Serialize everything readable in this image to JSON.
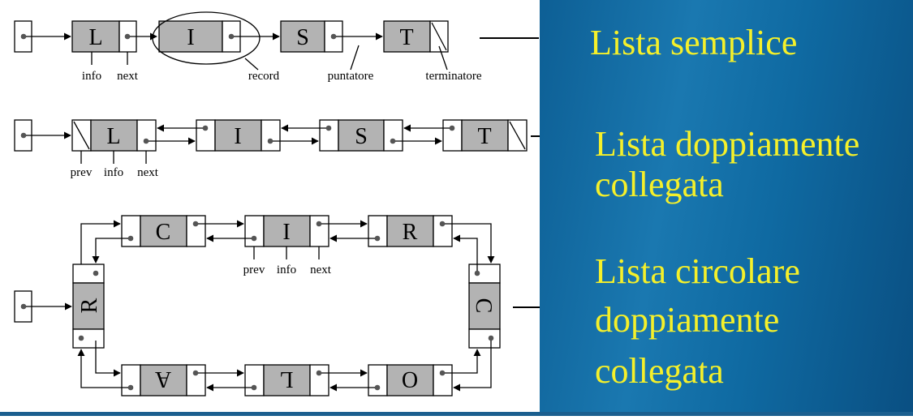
{
  "captions": {
    "simple": "Lista semplice",
    "doubly_line1": "Lista doppiamente",
    "doubly_line2": "collegata",
    "circular_line1": "Lista circolare",
    "circular_line2": "doppiamente",
    "circular_line3": "collegata"
  },
  "simple_list": {
    "nodes": [
      "L",
      "I",
      "S",
      "T"
    ],
    "labels": {
      "info": "info",
      "next": "next",
      "record": "record",
      "pointer": "puntatore",
      "terminator": "terminatore"
    }
  },
  "doubly_list": {
    "nodes": [
      "L",
      "I",
      "S",
      "T"
    ],
    "labels": {
      "prev": "prev",
      "info": "info",
      "next": "next"
    }
  },
  "circular_list": {
    "top_nodes": [
      "C",
      "I",
      "R"
    ],
    "right_node": "C",
    "bottom_nodes": [
      "O",
      "L",
      "A"
    ],
    "left_node": "R",
    "labels": {
      "prev": "prev",
      "info": "info",
      "next": "next"
    }
  },
  "colors": {
    "node_fill": "#b3b3b3",
    "caption": "#f5f02a",
    "panel": "#0f6aa2"
  }
}
